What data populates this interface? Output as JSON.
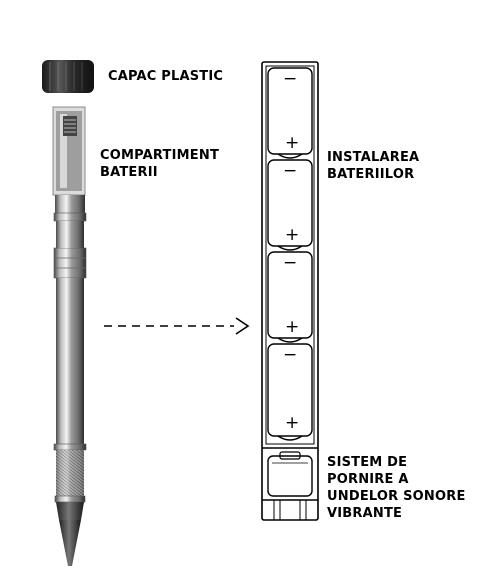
{
  "labels": {
    "cap": "CAPAC PLASTIC",
    "compartment": [
      "COMPARTIMENT",
      "BATERII"
    ],
    "install": [
      "INSTALAREA",
      "BATERIILOR"
    ],
    "system": [
      "SISTEM DE",
      "PORNIRE A",
      "UNDELOR SONORE",
      "VIBRANTE"
    ]
  },
  "battery_signs": {
    "minus": "−",
    "plus": "+"
  }
}
